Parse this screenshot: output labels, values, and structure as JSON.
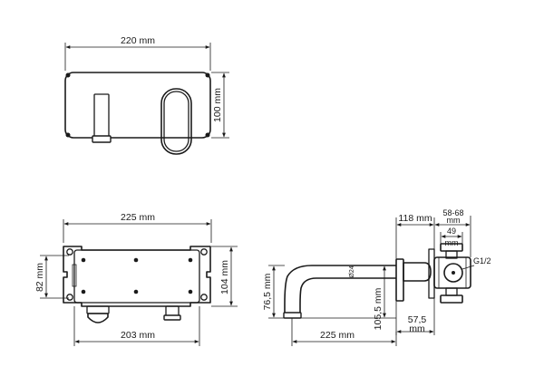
{
  "top_view": {
    "width_label": "220 mm",
    "height_label": "100 mm"
  },
  "front_view": {
    "width_label": "225 mm",
    "height_label": "104 mm",
    "left_height_label": "82 mm",
    "bottom_label": "203 mm"
  },
  "side_view": {
    "depth_label": "118 mm",
    "range_label_1": "58-68",
    "range_label_2": "mm",
    "body_label_1": "49",
    "body_label_2": "mm",
    "thread_label": "G1/2",
    "diameter_label": "Ø24",
    "spout_height_label": "76,5 mm",
    "outlet_height_label": "105,5 mm",
    "cover_label_1": "57,5",
    "cover_label_2": "mm",
    "reach_label": "225 mm"
  }
}
